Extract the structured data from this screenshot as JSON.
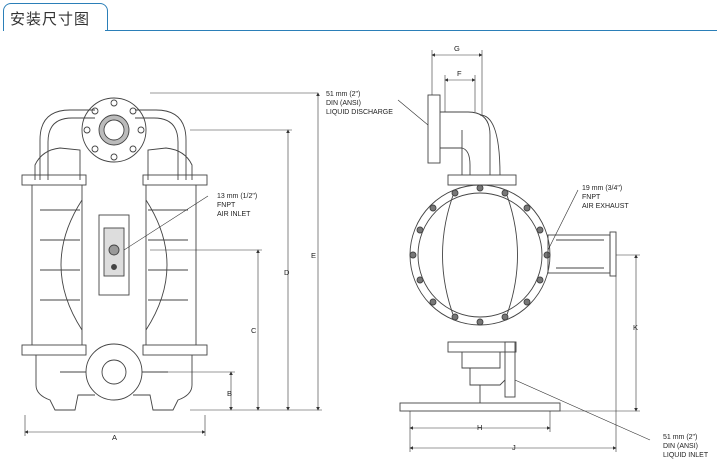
{
  "header": {
    "title": "安装尺寸图"
  },
  "front_view": {
    "callout_air_inlet": [
      "13 mm (1/2\")",
      "FNPT",
      "AIR INLET"
    ],
    "dims": {
      "A": "A",
      "B": "B",
      "C": "C",
      "D": "D",
      "E": "E"
    }
  },
  "side_view": {
    "callout_discharge": [
      "51 mm (2\")",
      "DIN (ANSI)",
      "LIQUID DISCHARGE"
    ],
    "callout_exhaust": [
      "19 mm (3/4\")",
      "FNPT",
      "AIR EXHAUST"
    ],
    "callout_inlet": [
      "51 mm (2\")",
      "DIN (ANSI)",
      "LIQUID INLET"
    ],
    "dims": {
      "F": "F",
      "G": "G",
      "H": "H",
      "J": "J",
      "K": "K"
    }
  },
  "colors": {
    "accent": "#2b7fb8",
    "line": "#333333"
  }
}
